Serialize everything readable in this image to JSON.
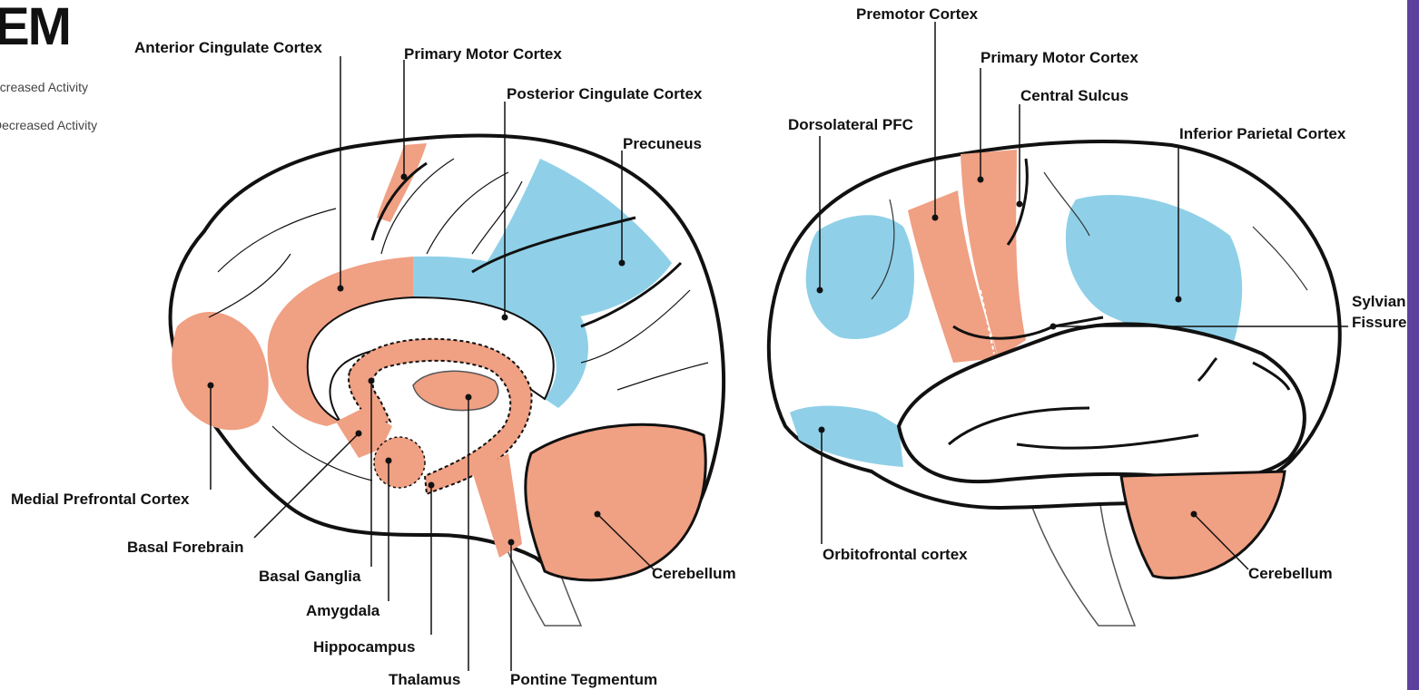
{
  "title": "EM",
  "legend": {
    "increased": "ncreased Activity",
    "decreased": "Decreased Activity"
  },
  "colors": {
    "increased": "#f0a083",
    "decreased": "#8fd0e8",
    "outline": "#111111"
  },
  "left_labels": {
    "anterior_cingulate": "Anterior Cingulate Cortex",
    "primary_motor": "Primary Motor Cortex",
    "posterior_cingulate": "Posterior Cingulate Cortex",
    "precuneus": "Precuneus",
    "medial_prefrontal": "Medial Prefrontal Cortex",
    "basal_forebrain": "Basal Forebrain",
    "basal_ganglia": "Basal Ganglia",
    "amygdala": "Amygdala",
    "hippocampus": "Hippocampus",
    "thalamus": "Thalamus",
    "pontine_tegmentum": "Pontine Tegmentum",
    "cerebellum": "Cerebellum"
  },
  "right_labels": {
    "premotor": "Premotor Cortex",
    "primary_motor": "Primary Motor Cortex",
    "central_sulcus": "Central Sulcus",
    "dorsolateral_pfc": "Dorsolateral PFC",
    "inferior_parietal": "Inferior Parietal Cortex",
    "sylvian_1": "Sylvian",
    "sylvian_2": "Fissure",
    "orbitofrontal": "Orbitofrontal cortex",
    "cerebellum": "Cerebellum"
  }
}
